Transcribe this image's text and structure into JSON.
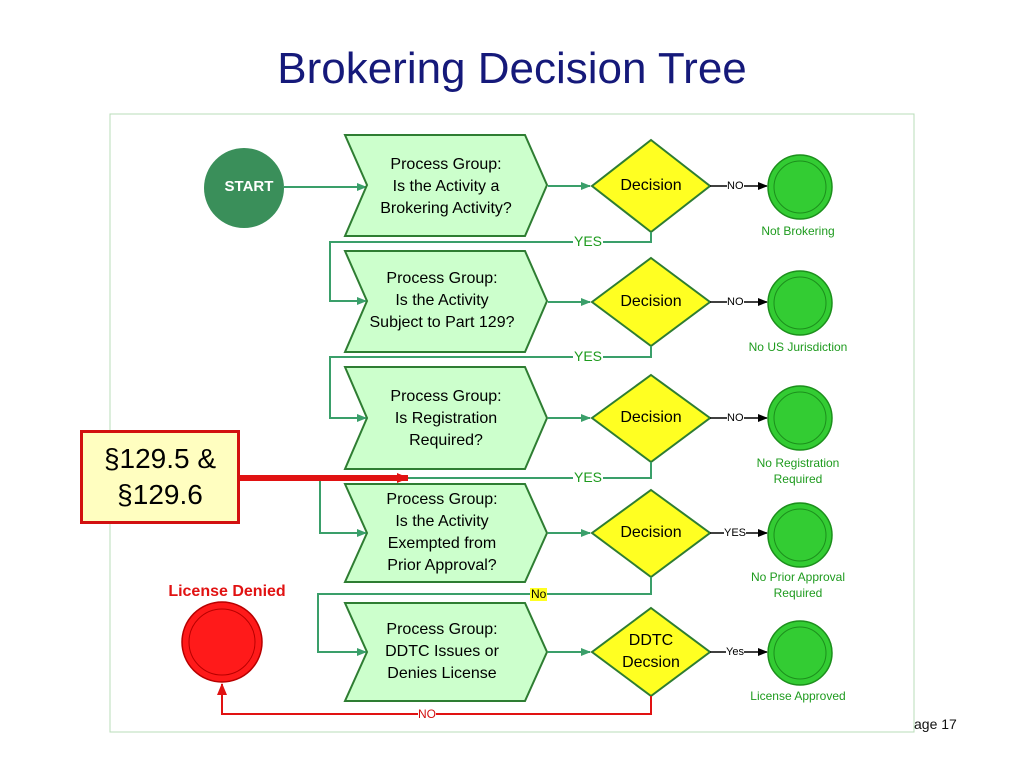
{
  "title": "Brokering Decision Tree",
  "start_label": "START",
  "section_ref": [
    "§129.5 &",
    "§129.6"
  ],
  "license_denied_label": "License Denied",
  "page_number": "age 17",
  "process_groups": [
    {
      "lines": [
        "Process Group:",
        "Is the Activity a",
        "Brokering Activity?"
      ]
    },
    {
      "lines": [
        "Process Group:",
        "Is the Activity",
        "Subject to Part 129?"
      ]
    },
    {
      "lines": [
        "Process Group:",
        "Is Registration",
        "Required?"
      ]
    },
    {
      "lines": [
        "Process Group:",
        "Is the Activity",
        "Exempted from",
        "Prior Approval?"
      ]
    },
    {
      "lines": [
        "Process Group:",
        "DDTC Issues or",
        "Denies License"
      ]
    }
  ],
  "decisions": [
    {
      "lines": [
        "Decision"
      ]
    },
    {
      "lines": [
        "Decision"
      ]
    },
    {
      "lines": [
        "Decision"
      ]
    },
    {
      "lines": [
        "Decision"
      ]
    },
    {
      "lines": [
        "DDTC",
        "Decsion"
      ]
    }
  ],
  "outcome_connectors": [
    "NO",
    "NO",
    "NO",
    "YES",
    "Yes"
  ],
  "outcomes": [
    {
      "lines": [
        "Not Brokering"
      ]
    },
    {
      "lines": [
        "No US Jurisdiction"
      ]
    },
    {
      "lines": [
        "No Registration",
        "Required"
      ]
    },
    {
      "lines": [
        "No Prior Approval",
        "Required"
      ]
    },
    {
      "lines": [
        "License Approved"
      ]
    }
  ],
  "yes_labels": [
    "YES",
    "YES",
    "YES"
  ],
  "no_labels": {
    "exempt_no": "No",
    "denied_no": "NO"
  },
  "colors": {
    "title": "#15197a",
    "process_fill": "#ccffcc",
    "process_stroke": "#2e7d32",
    "decision_fill": "#ffff22",
    "green_circle": "#33cc33",
    "start_circle": "#3a8f5a",
    "connector": "#3a9f6a",
    "red": "#e11212"
  }
}
